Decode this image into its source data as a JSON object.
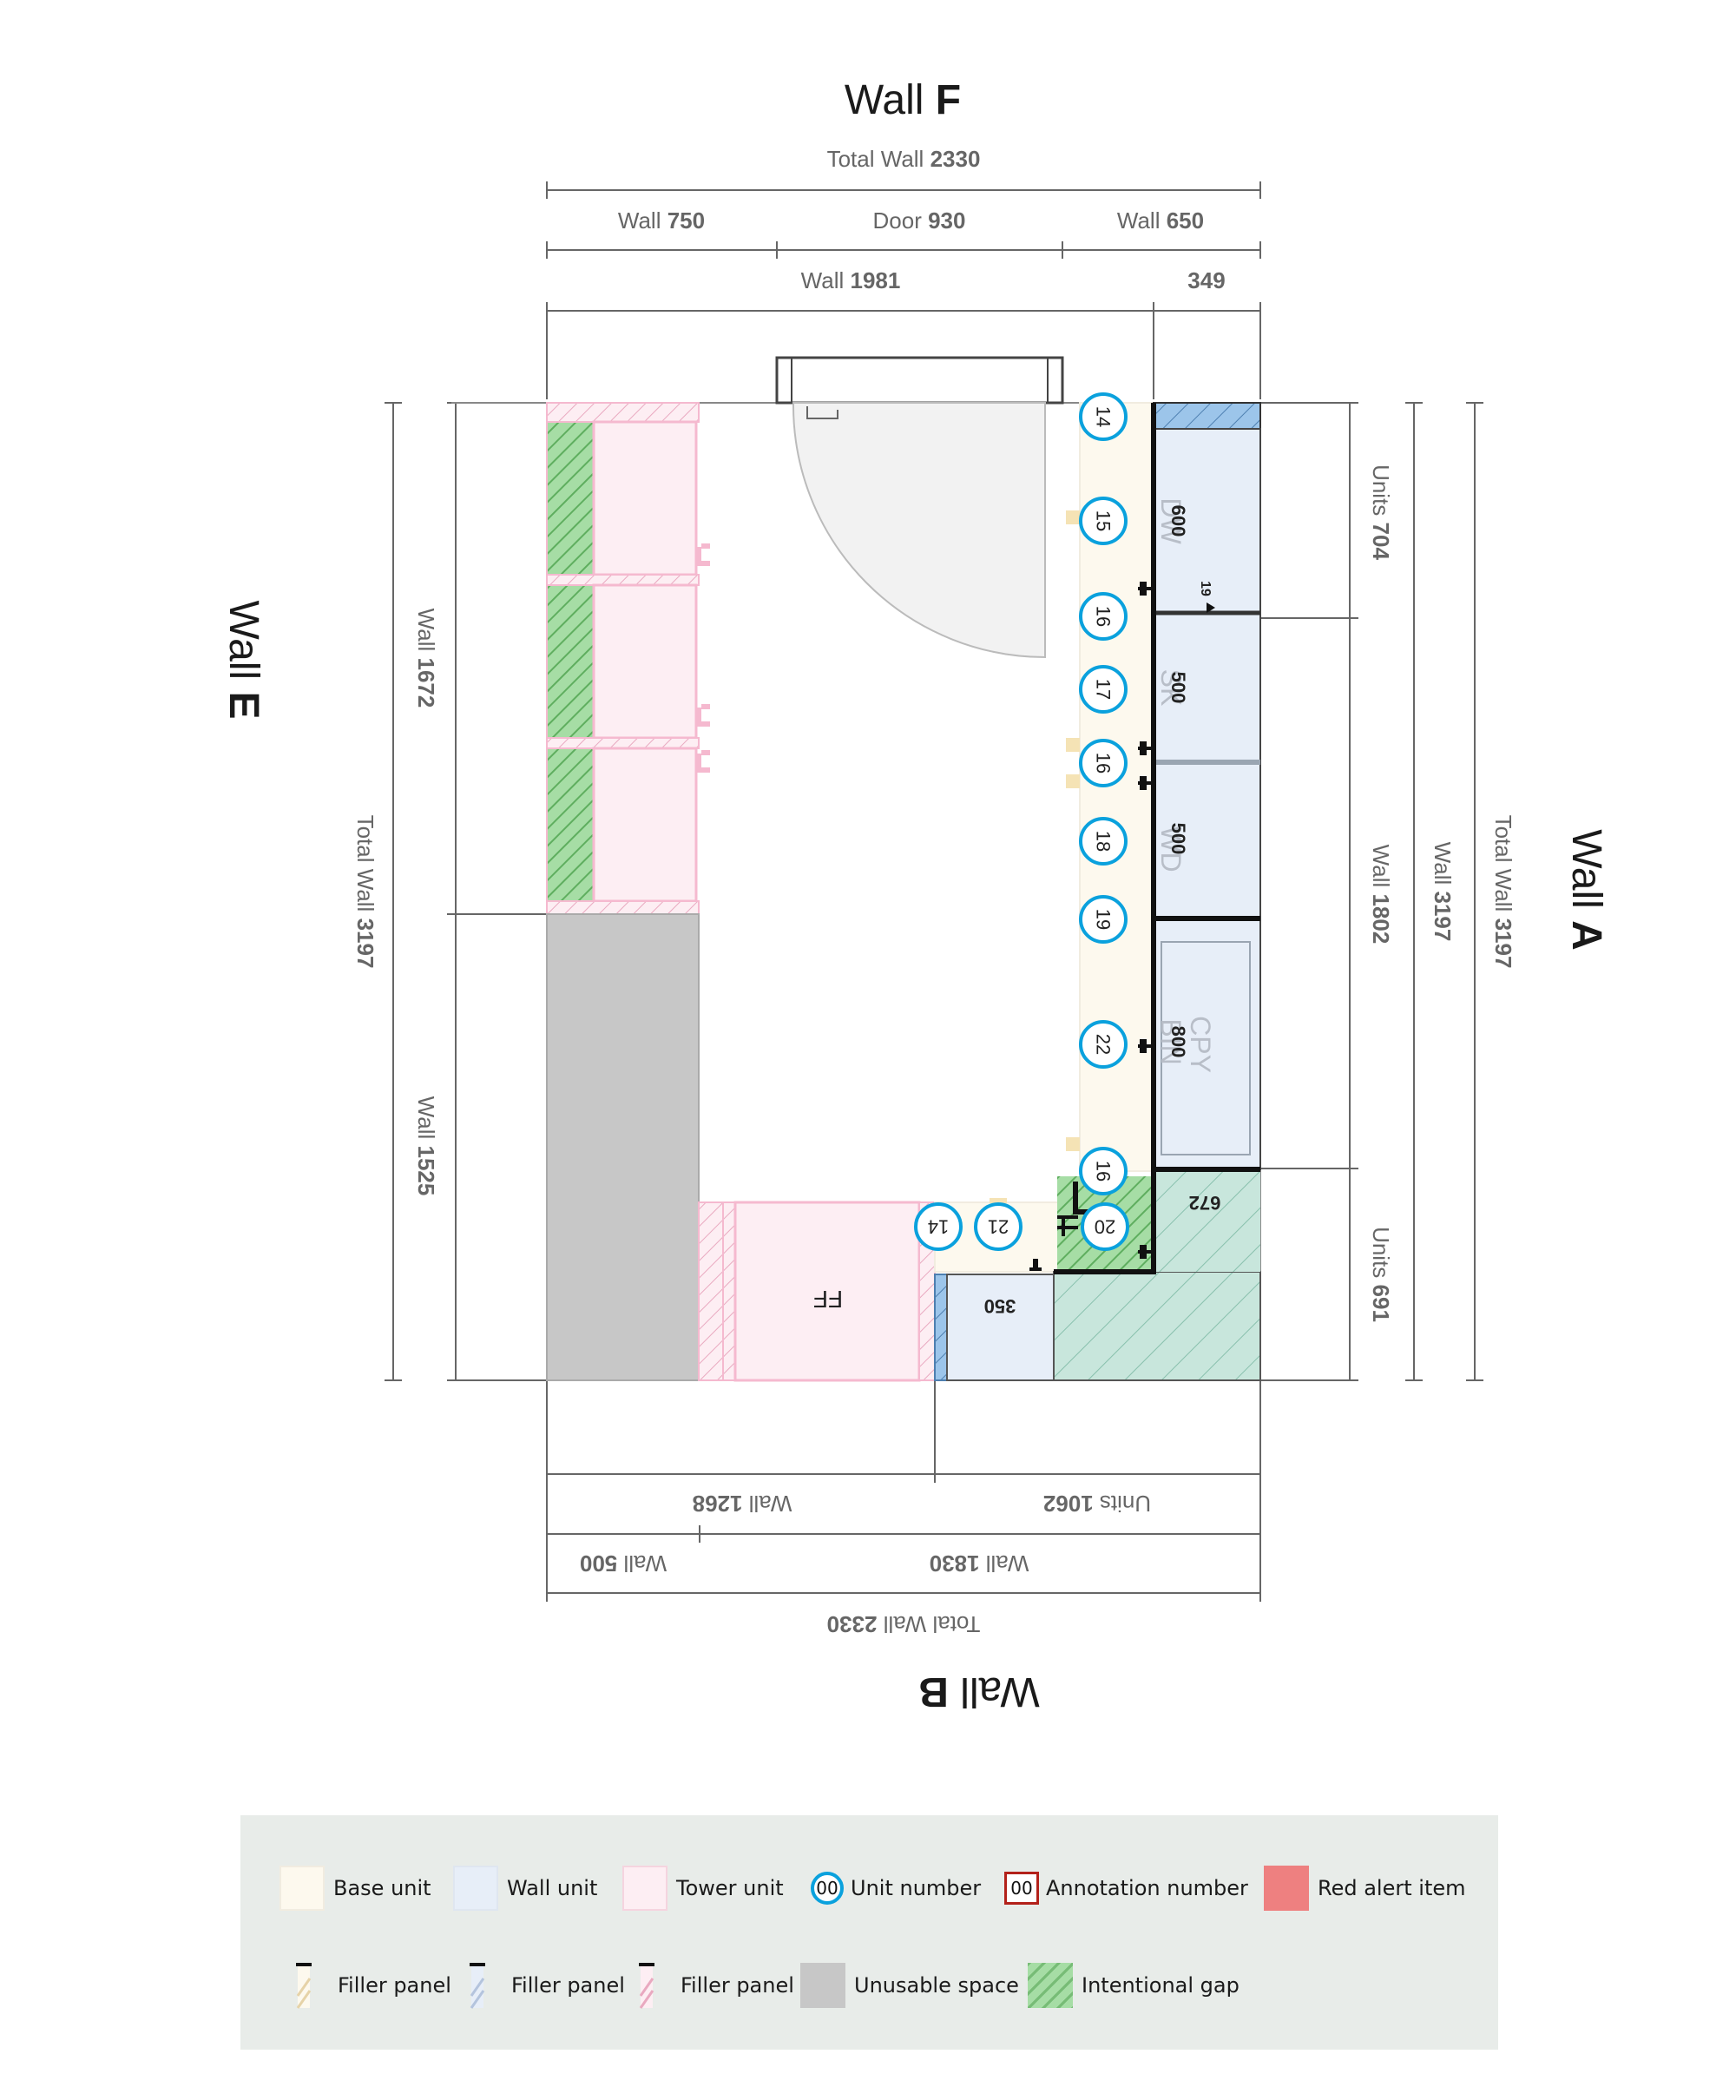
{
  "walls": {
    "top": {
      "prefix": "Wall",
      "letter": "F"
    },
    "bottom": {
      "prefix": "Wall",
      "letter": "B"
    },
    "left": {
      "prefix": "Wall",
      "letter": "E"
    },
    "right": {
      "prefix": "Wall",
      "letter": "A"
    }
  },
  "dimensions": {
    "top_total": {
      "label": "Total Wall",
      "value": "2330"
    },
    "top_wall_a": {
      "label": "Wall",
      "value": "750"
    },
    "top_door": {
      "label": "Door",
      "value": "930"
    },
    "top_wall_b": {
      "label": "Wall",
      "value": "650"
    },
    "top_wall_1981": {
      "label": "Wall",
      "value": "1981"
    },
    "top_349": {
      "label": "",
      "value": "349"
    },
    "left_total": {
      "label": "Total Wall",
      "value": "3197"
    },
    "left_upper": {
      "label": "Wall",
      "value": "1672"
    },
    "left_lower": {
      "label": "Wall",
      "value": "1525"
    },
    "right_units_top": {
      "label": "Units",
      "value": "704"
    },
    "right_wall_1802": {
      "label": "Wall",
      "value": "1802"
    },
    "right_units_bottom": {
      "label": "Units",
      "value": "691"
    },
    "right_wall_3197": {
      "label": "Wall",
      "value": "3197"
    },
    "right_total": {
      "label": "Total Wall",
      "value": "3197"
    },
    "bottom_wall_1268": {
      "label": "Wall",
      "value": "1268"
    },
    "bottom_units_1062": {
      "label": "Units",
      "value": "1062"
    },
    "bottom_wall_500": {
      "label": "Wall",
      "value": "500"
    },
    "bottom_wall_1830": {
      "label": "Wall",
      "value": "1830"
    },
    "bottom_total": {
      "label": "Total Wall",
      "value": "2330"
    }
  },
  "units": {
    "dw": {
      "size": "600",
      "code": "DW"
    },
    "sk": {
      "size": "500",
      "code": "SK"
    },
    "wd": {
      "size": "500",
      "code": "WD"
    },
    "cpy": {
      "size": "800",
      "code": "CPY",
      "code2": "BIN"
    },
    "corner": {
      "size": "672"
    },
    "small": {
      "size": "350"
    },
    "ff": {
      "code": "FF"
    },
    "small19": {
      "size": "19"
    }
  },
  "unit_numbers": [
    "14",
    "15",
    "16",
    "17",
    "16",
    "18",
    "19",
    "22",
    "16",
    "20",
    "21",
    "14"
  ],
  "legend": {
    "base": "Base unit",
    "wall": "Wall unit",
    "tower": "Tower unit",
    "unit_number": "Unit number",
    "unit_number_sample": "00",
    "annotation_number": "Annotation number",
    "annotation_number_sample": "00",
    "red_alert": "Red alert item",
    "filler1": "Filler panel",
    "filler2": "Filler panel",
    "filler3": "Filler panel",
    "unusable": "Unusable space",
    "gap": "Intentional gap"
  },
  "colors": {
    "base": "#fdf9ee",
    "wall": "#e7eef8",
    "tower": "#fdeef3",
    "unit_ring": "#0aa1dd",
    "annotation": "#b3211a",
    "red_alert": "#ee8080",
    "unusable": "#c7c7c7",
    "gap": "#a6dda5"
  }
}
